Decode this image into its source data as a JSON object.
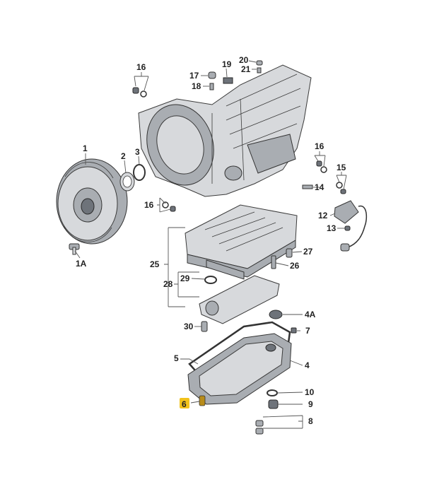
{
  "diagram": {
    "part_numbers": {
      "p1": "1",
      "p1a": "1A",
      "p2": "2",
      "p3": "3",
      "p4": "4",
      "p4a": "4A",
      "p5": "5",
      "p6": "6",
      "p7": "7",
      "p8": "8",
      "p9": "9",
      "p10": "10",
      "p12": "12",
      "p13": "13",
      "p14": "14",
      "p15": "15",
      "p16a": "16",
      "p16b": "16",
      "p16c": "16",
      "p17": "17",
      "p18": "18",
      "p19": "19",
      "p20": "20",
      "p21": "21",
      "p25": "25",
      "p26": "26",
      "p27": "27",
      "p28": "28",
      "p29": "29",
      "p30": "30"
    },
    "highlight_color": "#f2c21b",
    "highlighted_part": "6"
  }
}
